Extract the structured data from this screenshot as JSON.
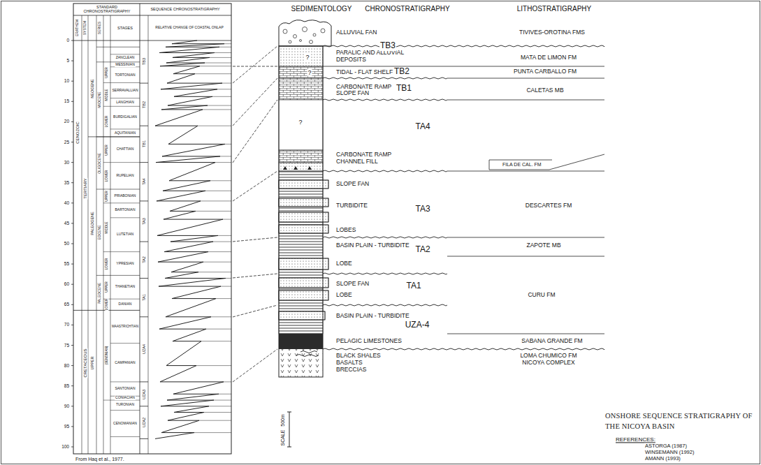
{
  "diagram": {
    "title": "ONSHORE SEQUENCE STRATIGRAPHY OF THE NICOYA BASIN",
    "labels": [
      "SEDIMENTOLOGY",
      "CHRONOSTRATIGRAPHY",
      "LITHOSTRATIGRAPHY",
      "ALLUVIAL FAN",
      "PARALIC AND ALLUVIAL DEPOSITS",
      "TIDAL - FLAT SHELF",
      "CARBONATE RAMP",
      "SLOPE FAN",
      "CARBONATE RAMP",
      "CHANNEL FILL",
      "SLOPE FAN",
      "TURBIDITE",
      "LOBES",
      "BASIN PLAIN - TURBIDITE",
      "LOBE",
      "SLOPE FAN",
      "LOBE",
      "BASIN PLAIN - TURBIDITE",
      "PELAGIC LIMESTONES",
      "BLACK SHALES",
      "BASALTS",
      "BRECCIAS",
      "TB3",
      "TB2",
      "TB1",
      "TA4",
      "TA3",
      "TA2",
      "TA1",
      "UZA-4",
      "TIVIVES-OROTINA FMS",
      "MATA DE LIMON FM",
      "PUNTA CARBALLO FM",
      "CALETAS MB",
      "FILA DE CAL. FM",
      "DESCARTES FM",
      "ZAPOTE MB",
      "CURU FM",
      "SABANA GRANDE FM",
      "LOMA CHUMICO FM",
      "NICOYA COMPLEX",
      "?",
      "?",
      "?",
      "500m",
      "SCALE",
      "REFERENCES:",
      "ASTORGA (1987)",
      "WINSEMANN (1992)",
      "AMANN (1993)",
      "From Haq et al., 1977.",
      "STANDARD CHRONOSTRATIGRAPHY",
      "SEQUENCE CHRONOSTRATIGRAPHY",
      "ERATHEM",
      "SYSTEM",
      "SERIES",
      "STAGES",
      "RELATIVE CHANGE OF COASTAL ONLAP",
      "CENOZOIC",
      "TERTIARY",
      "CRETACEOUS",
      "NEOGENE",
      "PALEOGENE",
      "UPPER",
      "MIOCENE",
      "OLIGOCENE",
      "EOCENE",
      "PALEOCENE",
      "UPPER",
      "MIDDLE",
      "LOWER",
      "UPPER",
      "LOWER",
      "UPPER",
      "MIDDLE",
      "LOWER",
      "UPPER",
      "LOWER",
      "(SENONIAN)",
      "ZANCLEAN",
      "MESSINIAN",
      "TORTONIAN",
      "SERRAVALLIAN",
      "LANGHIAN",
      "BURDIGALIAN",
      "AQUITANIAN",
      "CHATTIAN",
      "RUPELIAN",
      "PRIABONIAN",
      "BARTONIAN",
      "LUTETIAN",
      "YPRESIAN",
      "THANETIAN",
      "DANIAN",
      "MAASTRICHTIAN",
      "CAMPANIAN",
      "SANTONIAN",
      "CONIACIAN",
      "TURONIAN",
      "CENOMANIAN",
      "TB3",
      "TB2",
      "TB1",
      "TA4",
      "TA3",
      "TA2",
      "TA1",
      "UZA4",
      "UZA3",
      "UZA2",
      "0",
      "5",
      "10",
      "15",
      "20",
      "25",
      "30",
      "35",
      "40",
      "45",
      "50",
      "55",
      "60",
      "65",
      "70",
      "75",
      "80",
      "85",
      "90",
      "95",
      "100"
    ]
  }
}
